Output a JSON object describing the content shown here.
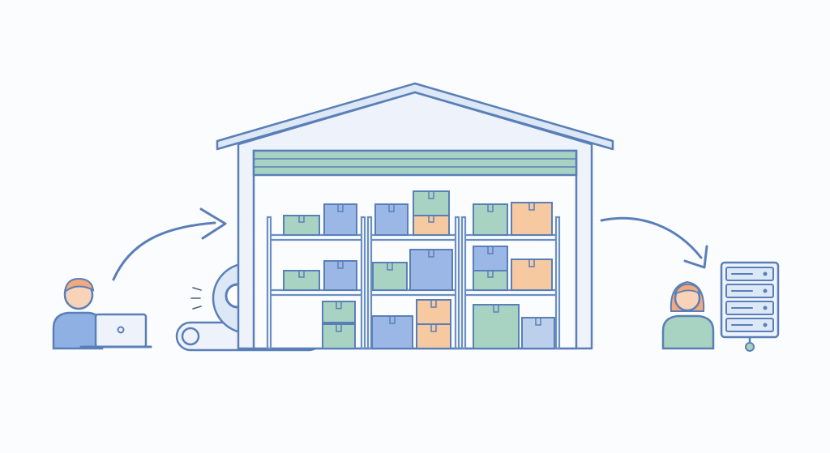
{
  "scene": {
    "title": "",
    "description_visible_text": []
  },
  "palette": {
    "background": "#fbfcfd",
    "outline": "#6a8fc4",
    "outline_dark": "#5a7fb8",
    "wall_fill": "#eef3fb",
    "roof_fill": "#dde8f6",
    "box_blue": "#9bb7e6",
    "box_green": "#a8d3c2",
    "box_orange": "#f6c9a0",
    "box_light_blue": "#bcd0ec",
    "person_skin": "#f9d3b8",
    "person_hair_orange": "#f2a97c",
    "person_shirt_blue": "#8fb0e2",
    "person_shirt_green": "#a8d3c2",
    "door_stripe": "#9fd2bf"
  },
  "actors": [
    {
      "id": "sender",
      "icon": "person-with-laptop-icon"
    },
    {
      "id": "receiver",
      "icon": "person-icon"
    }
  ],
  "nodes": [
    {
      "id": "inspection",
      "icon": "magnifier-shield-icon"
    },
    {
      "id": "conveyor",
      "icon": "conveyor-belt-icon"
    },
    {
      "id": "warehouse",
      "icon": "warehouse-icon"
    },
    {
      "id": "server",
      "icon": "server-rack-icon"
    }
  ],
  "flows": [
    {
      "from": "sender",
      "to": "warehouse",
      "icon": "curved-arrow-icon"
    },
    {
      "from": "warehouse",
      "to": "server",
      "icon": "curved-arrow-icon"
    }
  ]
}
